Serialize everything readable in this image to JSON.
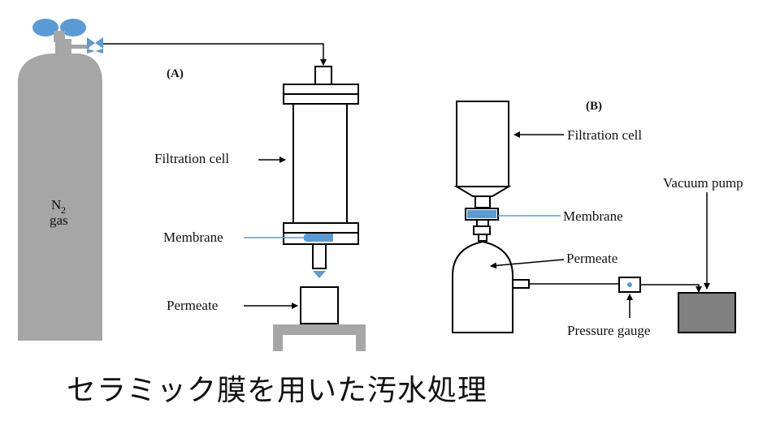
{
  "panel_a": {
    "tag": "(A)",
    "gas_main": "N",
    "gas_sub": "2",
    "gas_unit": "gas",
    "filtration_cell": "Filtration cell",
    "membrane": "Membrane",
    "permeate": "Permeate"
  },
  "panel_b": {
    "tag": "(B)",
    "filtration_cell": "Filtration cell",
    "membrane": "Membrane",
    "permeate": "Permeate",
    "vacuum_pump": "Vacuum pump",
    "pressure_gauge": "Pressure gauge"
  },
  "caption": "セラミック膜を用いた汚水処理",
  "colors": {
    "cylinder": "#a6a6a6",
    "valve": "#5b9bd5",
    "membrane": "#5b9bd5",
    "pump": "#808080"
  }
}
